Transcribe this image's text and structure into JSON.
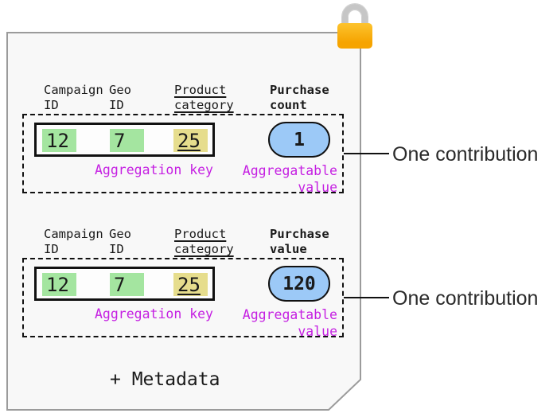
{
  "colors": {
    "page_fill": "#f8f8f8",
    "page_border": "#9b9b9b",
    "green": "#a4e5a0",
    "yellow": "#e6dd8d",
    "blue": "#9cc9f7",
    "magenta": "#c520e2",
    "lock_body": "#f6a400",
    "lock_shackle": "#c6c6c6"
  },
  "icons": {
    "lock": "padlock-icon"
  },
  "contributions": [
    {
      "headers": [
        {
          "label": "Campaign\nID"
        },
        {
          "label": "Geo\nID"
        },
        {
          "label": "Product\ncategory"
        },
        {
          "label": "Purchase\ncount"
        }
      ],
      "key_cells": [
        {
          "value": "12",
          "color": "green"
        },
        {
          "value": "7",
          "color": "green"
        },
        {
          "value": "25",
          "color": "yellow",
          "underline": true
        }
      ],
      "aggregation_key_label": "Aggregation key",
      "aggregatable_value_label": "Aggregatable\nvalue",
      "aggregatable_value": "1",
      "annotation": "One contribution"
    },
    {
      "headers": [
        {
          "label": "Campaign\nID"
        },
        {
          "label": "Geo\nID"
        },
        {
          "label": "Product\ncategory"
        },
        {
          "label": "Purchase\nvalue"
        }
      ],
      "key_cells": [
        {
          "value": "12",
          "color": "green"
        },
        {
          "value": "7",
          "color": "green"
        },
        {
          "value": "25",
          "color": "yellow",
          "underline": true
        }
      ],
      "aggregation_key_label": "Aggregation key",
      "aggregatable_value_label": "Aggregatable\nvalue",
      "aggregatable_value": "120",
      "annotation": "One contribution"
    }
  ],
  "footer": {
    "metadata_label": "+ Metadata"
  }
}
